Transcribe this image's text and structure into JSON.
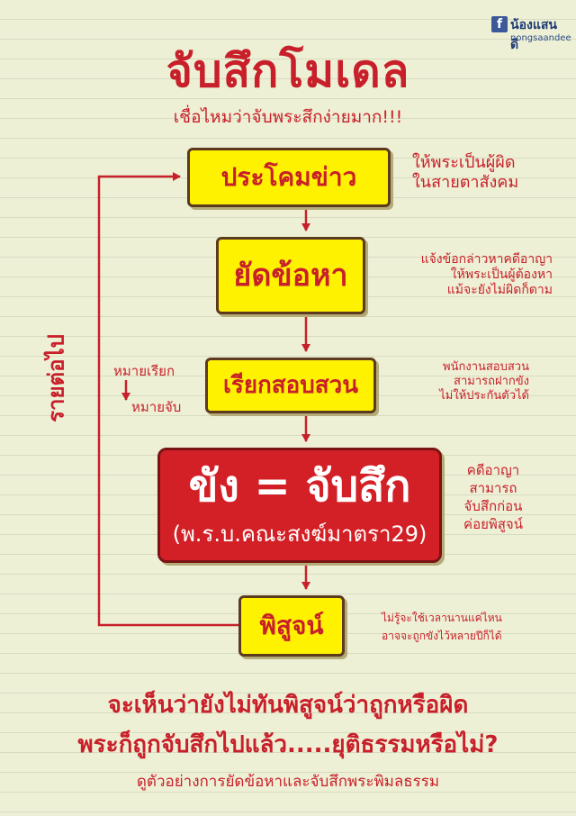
{
  "brand": {
    "icon": "f",
    "name": "น้องแสนดี",
    "url": "nongsaandee"
  },
  "title": "จับสึกโมเดล",
  "subtitle": "เชื่อไหมว่าจับพระสึกง่ายมาก!!!",
  "steps": [
    {
      "label": "ประโคมข่าว",
      "note": [
        "ให้พระเป็นผู้ผิด",
        "ในสายตาสังคม"
      ]
    },
    {
      "label": "ยัดข้อหา",
      "note": [
        "แจ้งข้อกล่าวหาคดีอาญา",
        "ให้พระเป็นผู้ต้องหา",
        "แม้จะยังไม่ผิดก็ตาม"
      ]
    },
    {
      "label": "เรียกสอบสวน",
      "note": [
        "พนักงานสอบสวน",
        "สามารถฝากขัง",
        "ไม่ให้ประกันตัวได้"
      ]
    },
    {
      "label": "ขัง = จับสึก",
      "sublabel": "(พ.ร.บ.คณะสงฆ์มาตรา29)",
      "note": [
        "คดีอาญา",
        "สามารถ",
        "จับสึกก่อน",
        "ค่อยพิสูจน์"
      ]
    },
    {
      "label": "พิสูจน์",
      "note": [
        "ไม่รู้จะใช้เวลานานแค่ไหน",
        "อาจจะถูกขังไว้หลายปีก็ได้"
      ]
    }
  ],
  "side_labels": {
    "warrant": "หมายเรียก",
    "arrest": "หมายจับ",
    "loop": "รายต่อไป"
  },
  "bottom": {
    "line1": "จะเห็นว่ายังไม่ทันพิสูจน์ว่าถูกหรือผิด",
    "line2": "พระก็ถูกจับสึกไปแล้ว.....ยุติธรรมหรือไม่?",
    "line3": "ดูตัวอย่างการยัดข้อหาและจับสึกพระพิมลธรรม"
  },
  "colors": {
    "red": "#c8202a",
    "yellow": "#fff200",
    "dark_red_box": "#d32026",
    "background": "#eef0d6"
  }
}
